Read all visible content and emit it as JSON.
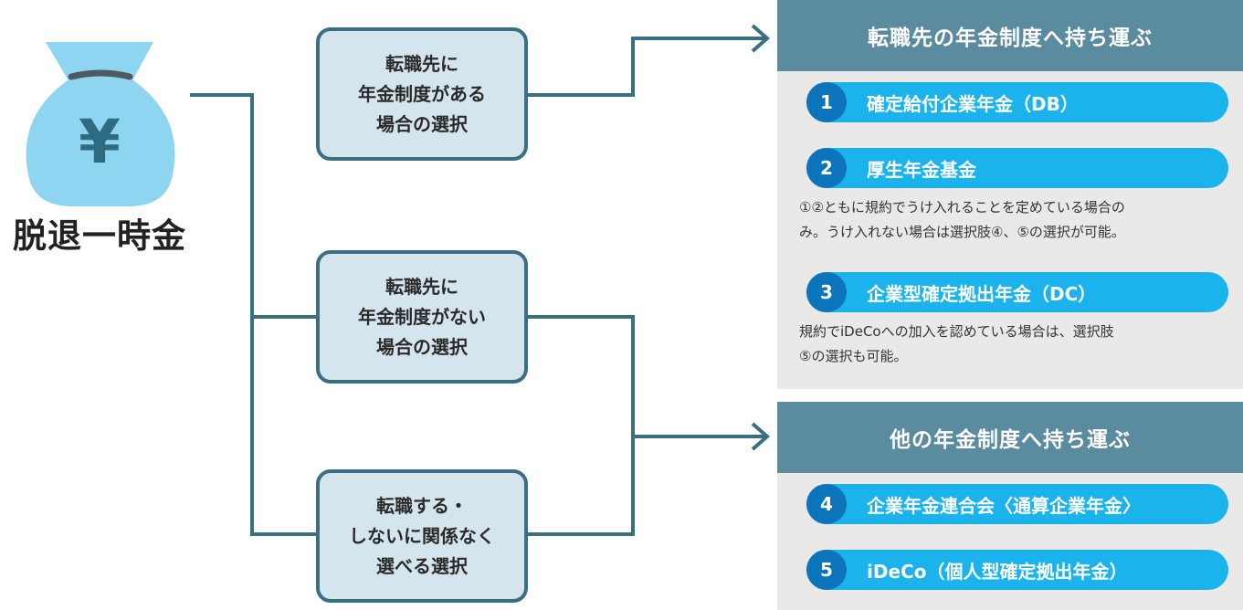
{
  "source": {
    "label": "脱退一時金",
    "bag_symbol": "¥",
    "bag_color": "#8dd5f0"
  },
  "choices": [
    {
      "lines": [
        "転職先に",
        "年金制度がある",
        "場合の選択"
      ]
    },
    {
      "lines": [
        "転職先に",
        "年金制度がない",
        "場合の選択"
      ]
    },
    {
      "lines": [
        "転職する・",
        "しないに関係なく",
        "選べる選択"
      ]
    }
  ],
  "panels": {
    "transfer_to_new_employer": {
      "title": "転職先の年金制度へ持ち運ぶ",
      "options": [
        {
          "num": "1",
          "label": "確定給付企業年金（DB）"
        },
        {
          "num": "2",
          "label": "厚生年金基金"
        },
        {
          "num": "3",
          "label": "企業型確定拠出年金（DC）"
        }
      ],
      "note_db_kikin": [
        "①②ともに規約でうけ入れることを定めている場合の",
        "み。うけ入れない場合は選択肢④、⑤の選択が可能。"
      ],
      "note_dc": [
        "規約でiDeCoへの加入を認めている場合は、選択肢",
        "⑤の選択も可能。"
      ]
    },
    "transfer_to_other": {
      "title": "他の年金制度へ持ち運ぶ",
      "options": [
        {
          "num": "4",
          "label": "企業年金連合会〈通算企業年金〉"
        },
        {
          "num": "5",
          "label": "iDeCo（個人型確定拠出年金）"
        }
      ]
    }
  },
  "colors": {
    "line": "#3a6f82",
    "box_fill": "#d5e5ee",
    "panel_head": "#5b8b9e",
    "panel_bg": "#e9e9e9",
    "pill": "#1ab3ec",
    "pill_num": "#0b74ba"
  }
}
